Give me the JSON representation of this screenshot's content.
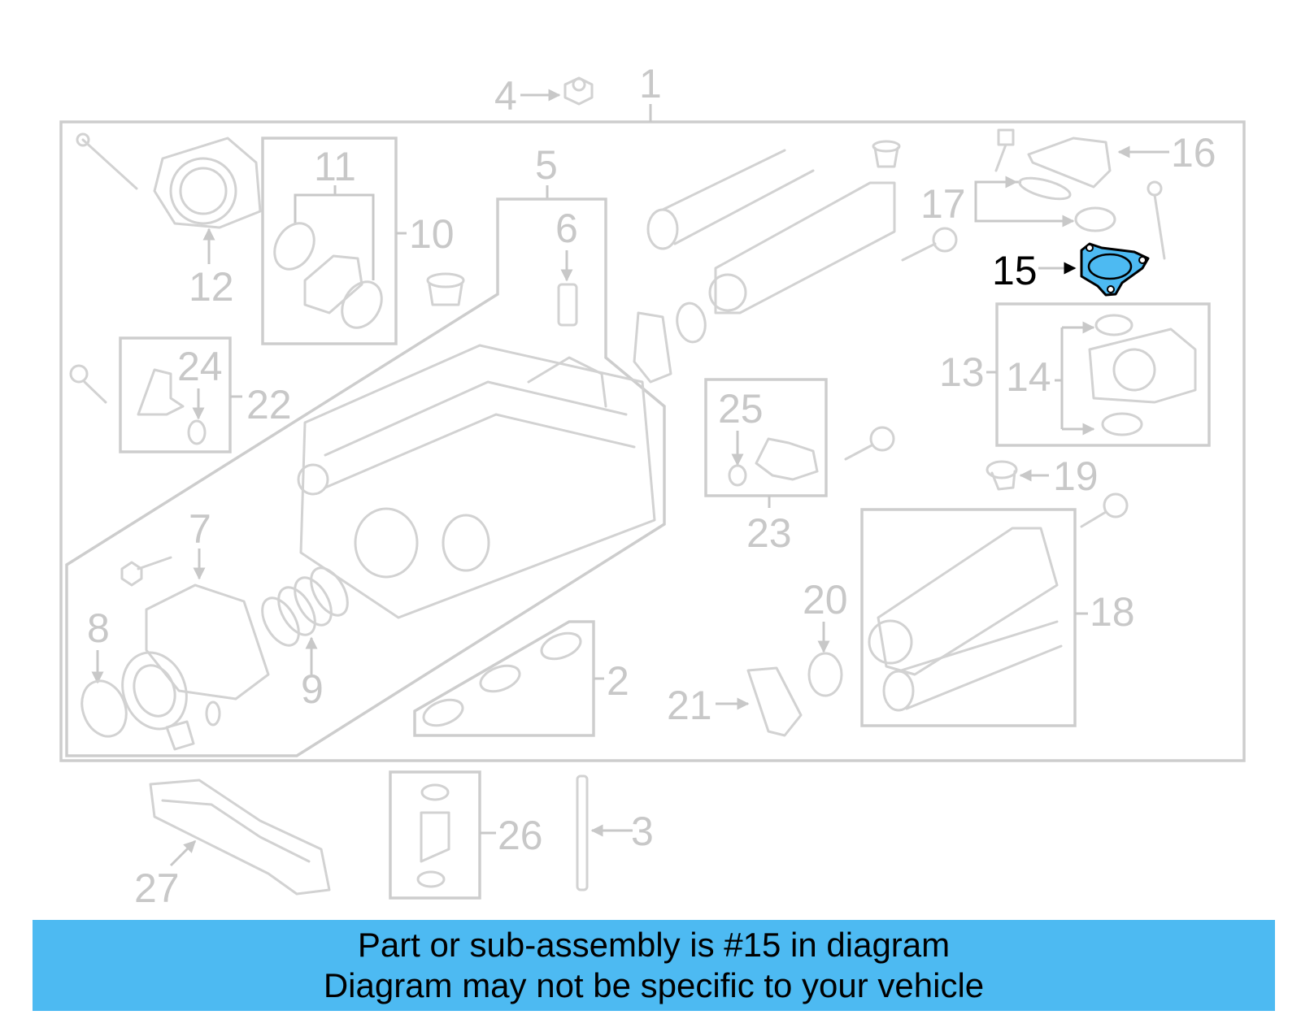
{
  "diagram": {
    "highlight_color": "#4dbaf2",
    "part_color": "#d2d2d2",
    "callouts": {
      "c1": "1",
      "c2": "2",
      "c3": "3",
      "c4": "4",
      "c5": "5",
      "c6": "6",
      "c7": "7",
      "c8": "8",
      "c9": "9",
      "c10": "10",
      "c11": "11",
      "c12": "12",
      "c13": "13",
      "c14": "14",
      "c15": "15",
      "c16": "16",
      "c17": "17",
      "c18": "18",
      "c19": "19",
      "c20": "20",
      "c21": "21",
      "c22": "22",
      "c23": "23",
      "c24": "24",
      "c25": "25",
      "c26": "26",
      "c27": "27"
    }
  },
  "banner": {
    "background": "#4dbaf2",
    "line1": "Part or sub-assembly is #15 in diagram",
    "line2": "Diagram may not be specific to your vehicle"
  }
}
